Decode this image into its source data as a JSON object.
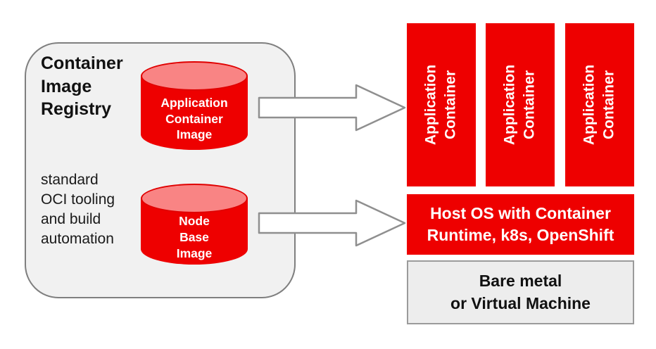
{
  "registry": {
    "title": "Container\nImage\nRegistry",
    "subtitle": "standard\nOCI tooling\nand build\nautomation",
    "cylinders": [
      {
        "label": "Application\nContainer\nImage"
      },
      {
        "label": "Node\nBase\nImage"
      }
    ]
  },
  "containers": [
    {
      "label": "Application\nContainer"
    },
    {
      "label": "Application\nContainer"
    },
    {
      "label": "Application\nContainer"
    }
  ],
  "host": {
    "label": "Host OS with Container\nRuntime, k8s, OpenShift"
  },
  "infra": {
    "label": "Bare metal\nor Virtual Machine"
  },
  "colors": {
    "red": "#ee0000",
    "cylinder_top": "#f98484",
    "registry_fill": "#f1f1f1",
    "registry_border": "#7f7f7f",
    "infra_fill": "#ededed",
    "infra_border": "#9b9b9b",
    "arrow_fill": "#ffffff",
    "arrow_border": "#8f8f8f"
  }
}
